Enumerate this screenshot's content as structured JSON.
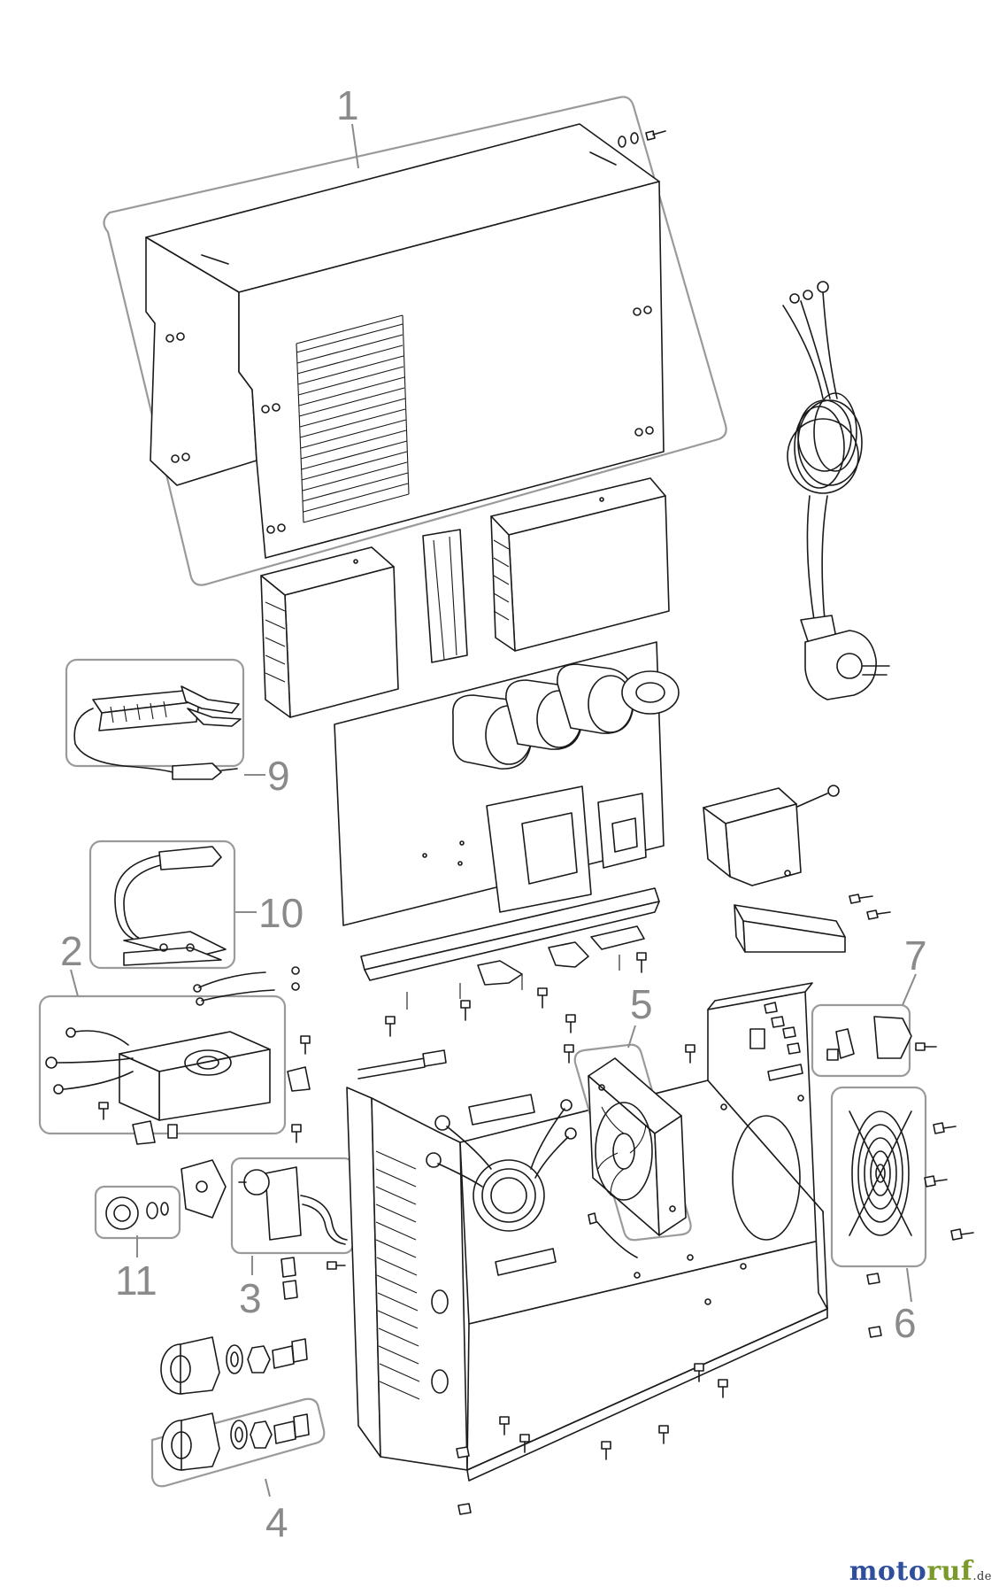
{
  "callouts": [
    {
      "id": "1",
      "label": "1"
    },
    {
      "id": "2",
      "label": "2"
    },
    {
      "id": "3",
      "label": "3"
    },
    {
      "id": "4",
      "label": "4"
    },
    {
      "id": "5",
      "label": "5"
    },
    {
      "id": "6",
      "label": "6"
    },
    {
      "id": "7",
      "label": "7"
    },
    {
      "id": "9",
      "label": "9"
    },
    {
      "id": "10",
      "label": "10"
    },
    {
      "id": "11",
      "label": "11"
    }
  ],
  "watermark": {
    "part1": "moto",
    "part2": "ruf",
    "suffix": ".de"
  },
  "colors": {
    "callout": "#8a8a8a",
    "line": "#1a1a1a",
    "brand_blue": "#2f4f9c",
    "brand_green": "#7a9a2c"
  }
}
